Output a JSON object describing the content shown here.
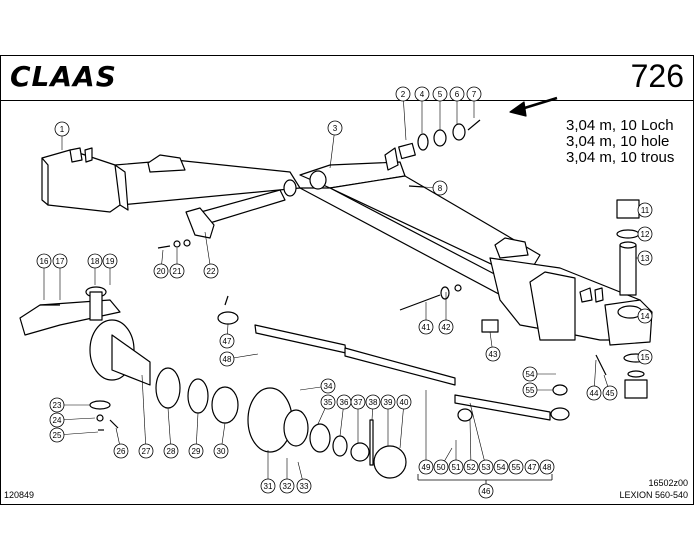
{
  "header": {
    "brand": "CLAAS",
    "page_number": "726",
    "description_lines": [
      "3,04 m, 10 Loch",
      "3,04 m, 10 hole",
      "3,04 m, 10 trous"
    ]
  },
  "footer": {
    "left_code": "120849",
    "right_code": "16502z00",
    "model": "LEXION 560-540"
  },
  "group_label": "46",
  "callouts": [
    "1",
    "2",
    "3",
    "4",
    "5",
    "6",
    "7",
    "8",
    "11",
    "12",
    "13",
    "14",
    "15",
    "16",
    "17",
    "18",
    "19",
    "20",
    "21",
    "22",
    "23",
    "24",
    "25",
    "26",
    "27",
    "28",
    "29",
    "30",
    "31",
    "32",
    "33",
    "34",
    "35",
    "36",
    "37",
    "38",
    "39",
    "40",
    "41",
    "42",
    "43",
    "44",
    "45",
    "47",
    "48",
    "49",
    "50",
    "51",
    "52",
    "53",
    "54",
    "55"
  ],
  "group_46_members": [
    "49",
    "50",
    "51",
    "52",
    "53",
    "54",
    "55",
    "47",
    "48"
  ],
  "colors": {
    "ink": "#000000",
    "paper": "#ffffff"
  }
}
